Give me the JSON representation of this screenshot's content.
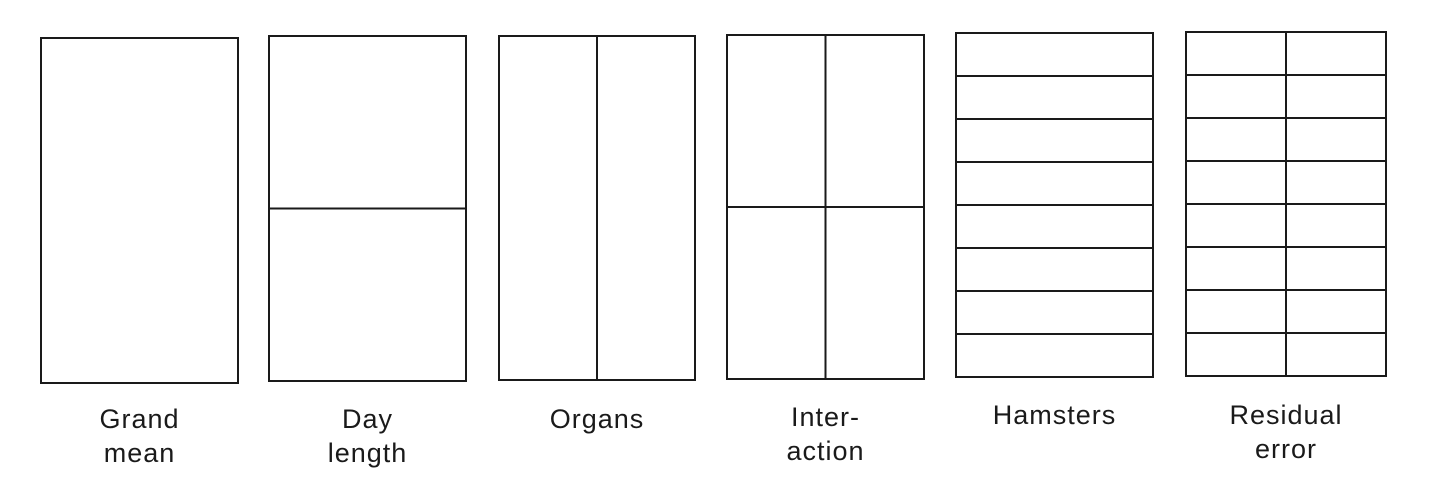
{
  "diagram": {
    "stroke_color": "#1a1a1a",
    "panels": [
      {
        "id": "grand-mean",
        "label_lines": [
          "Grand",
          "mean"
        ],
        "columns": 1,
        "rows": 1
      },
      {
        "id": "day-length",
        "label_lines": [
          "Day",
          "length"
        ],
        "columns": 1,
        "rows": 2
      },
      {
        "id": "organs",
        "label_lines": [
          "Organs"
        ],
        "columns": 2,
        "rows": 1
      },
      {
        "id": "interaction",
        "label_lines": [
          "Inter-",
          "action"
        ],
        "columns": 2,
        "rows": 2
      },
      {
        "id": "hamsters",
        "label_lines": [
          "Hamsters"
        ],
        "columns": 1,
        "rows": 8
      },
      {
        "id": "residual-error",
        "label_lines": [
          "Residual",
          "error"
        ],
        "columns": 2,
        "rows": 8
      }
    ]
  }
}
